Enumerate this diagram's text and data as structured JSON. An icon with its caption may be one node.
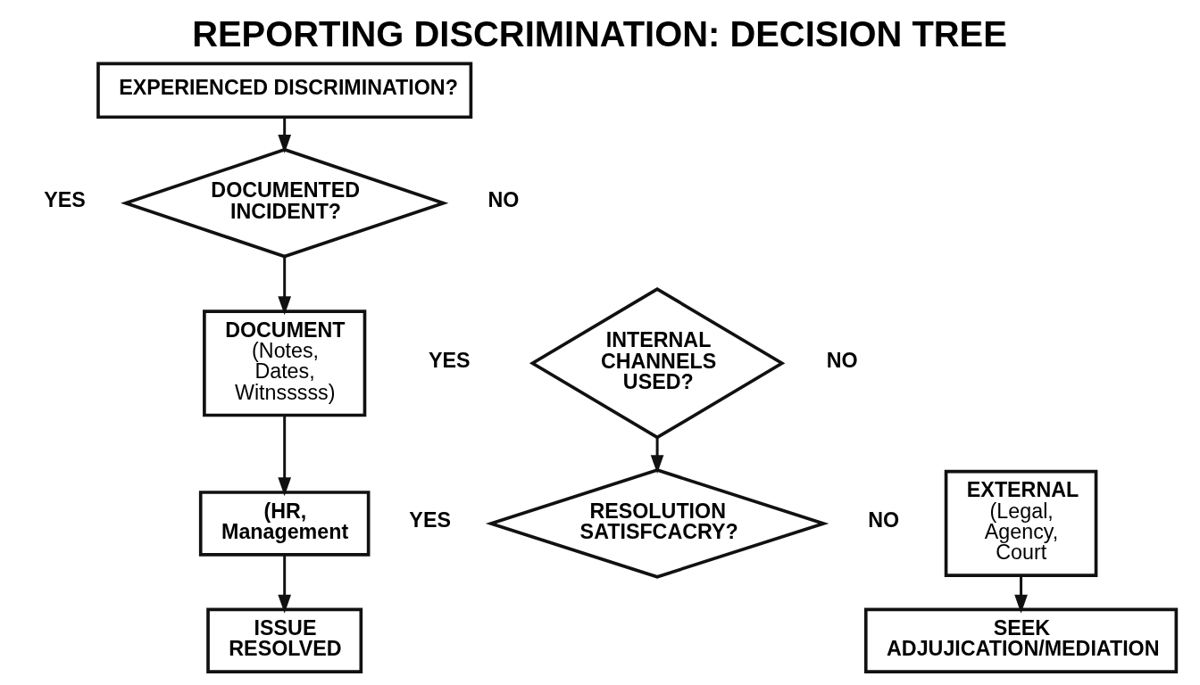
{
  "diagram": {
    "title": "REPORTING DISCRIMINATION: DECISION TREE",
    "nodes": [
      {
        "text": [
          "EXPERIENCED DISCRIMINATION?"
        ]
      },
      {
        "text": [
          "DOCUMENTED INCIDENT?"
        ],
        "beside": [
          "YES",
          "NO"
        ]
      },
      {
        "text": [
          "DOCUMENT",
          "(Notes, Dates, Witnsssss)"
        ]
      },
      {
        "text": [
          "INTERNAL CHANNELS USED?"
        ],
        "beside": [
          "YES",
          "NO"
        ]
      },
      {
        "text": [
          "(HR, Management"
        ]
      },
      {
        "text": [
          "RESOLUTION SATISFCACRY?"
        ],
        "beside": [
          "YES",
          "NO"
        ]
      },
      {
        "text": [
          "EXTERNAL",
          "(Legal, Agency, Court"
        ]
      },
      {
        "text": [
          "ISSUE RESOLVED"
        ]
      },
      {
        "text": [
          "SEEK ADJUJICATION/MEDIATION"
        ]
      }
    ],
    "edges": [
      {
        "from": 0,
        "to": 1,
        "arrow": "to"
      },
      {
        "from": 1,
        "to": 2,
        "arrow": "to"
      },
      {
        "from": 2,
        "to": 4,
        "arrow": "to"
      },
      {
        "from": 4,
        "to": 7,
        "arrow": "to"
      },
      {
        "from": 3,
        "to": 5,
        "arrow": "to"
      },
      {
        "from": 6,
        "to": 8,
        "arrow": "to"
      }
    ]
  }
}
